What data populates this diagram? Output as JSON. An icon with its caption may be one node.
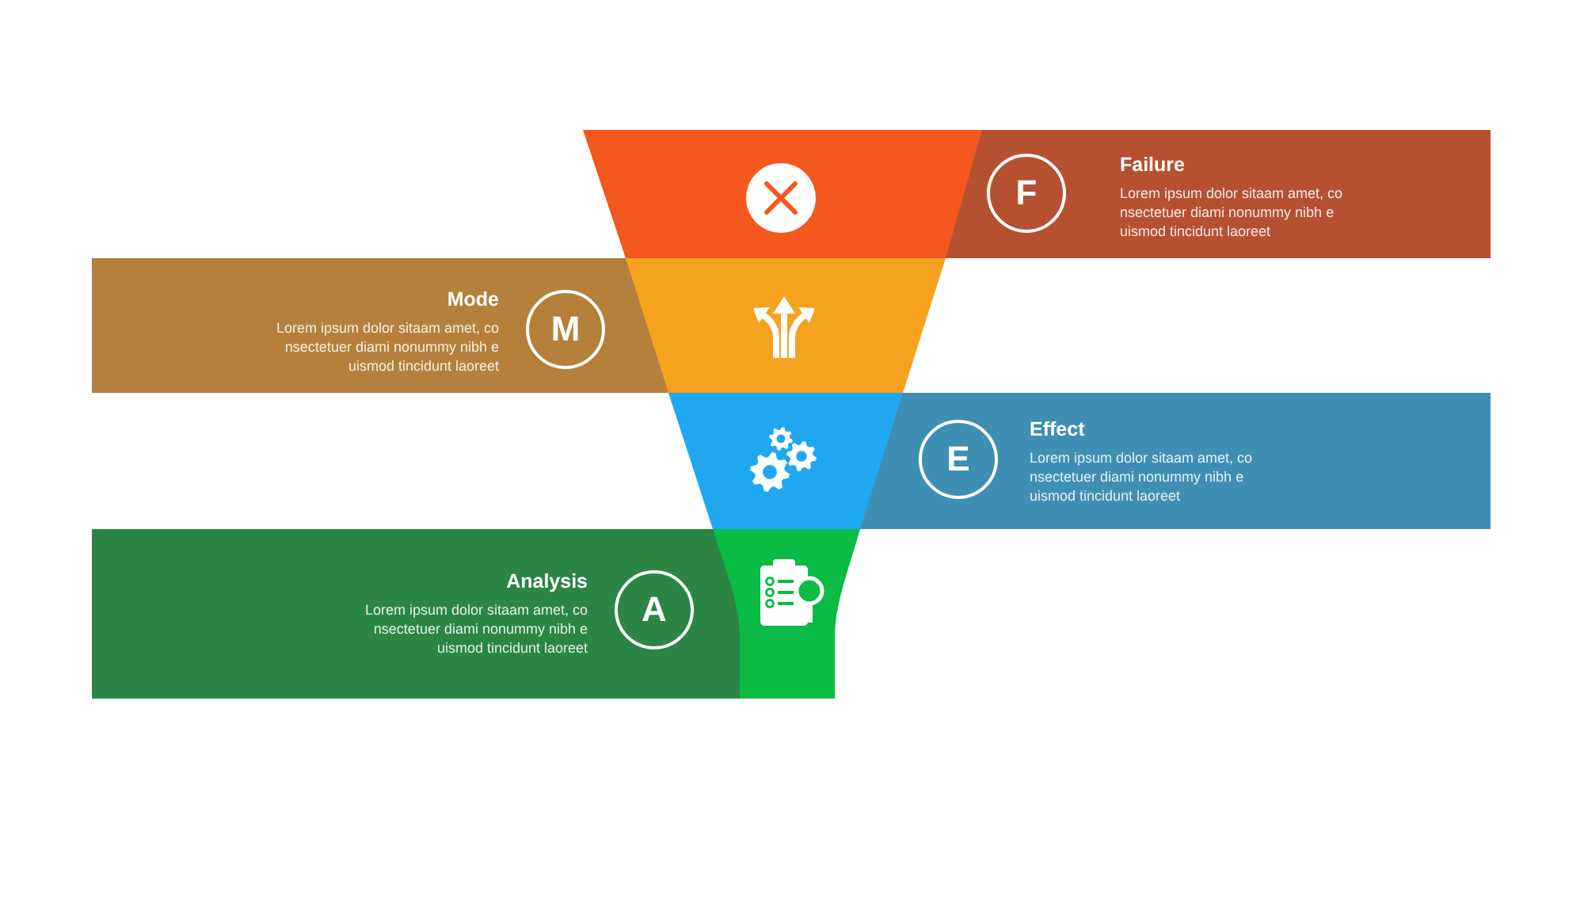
{
  "diagram": {
    "nodes": [
      {
        "text": [],
        "shape": "trapezoid"
      },
      {
        "text": [
          "Failure",
          "Lorem ipsum dolor sitaam amet, co nsectetuer diami nonummy nibh e uismod tincidunt laoreet"
        ]
      },
      {
        "text": [
          "F"
        ],
        "in": 1
      },
      {
        "text": [
          "Mode",
          "Lorem ipsum dolor sitaam amet, co nsectetuer diami nonummy nibh e uismod tincidunt laoreet"
        ]
      },
      {
        "text": [
          "M"
        ],
        "in": 3
      },
      {
        "text": [],
        "shape": "trapezoid"
      },
      {
        "text": [],
        "shape": "trapezoid"
      },
      {
        "text": [
          "Effect",
          "Lorem ipsum dolor sitaam amet, co nsectetuer diami nonummy nibh e uismod tincidunt laoreet"
        ]
      },
      {
        "text": [
          "E"
        ],
        "in": 7
      },
      {
        "text": [
          "Analysis",
          "Lorem ipsum dolor sitaam amet, co nsectetuer diami nonummy nibh e uismod tincidunt laoreet"
        ]
      },
      {
        "text": [
          "A"
        ],
        "in": 9
      },
      {
        "text": [],
        "shape": "trapezoid"
      }
    ]
  }
}
